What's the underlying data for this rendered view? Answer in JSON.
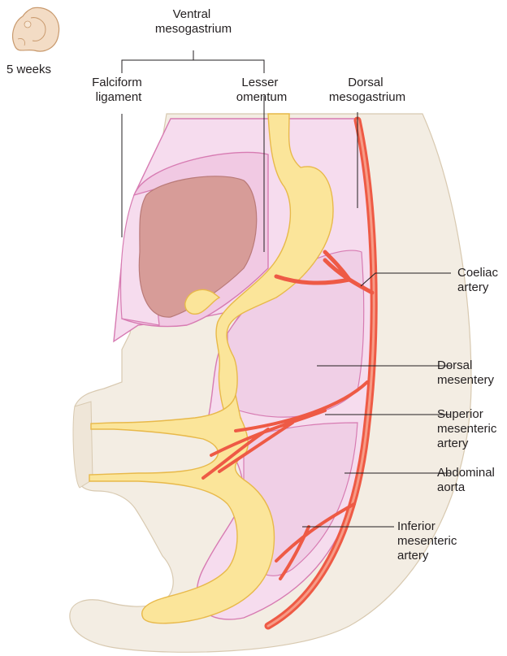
{
  "inset": {
    "label": "5 weeks"
  },
  "labels": {
    "ventral_mesogastrium": [
      "Ventral",
      "mesogastrium"
    ],
    "falciform_ligament": [
      "Falciform",
      "ligament"
    ],
    "lesser_omentum": [
      "Lesser",
      "omentum"
    ],
    "dorsal_mesogastrium": [
      "Dorsal",
      "mesogastrium"
    ],
    "coeliac_artery": [
      "Coeliac",
      "artery"
    ],
    "dorsal_mesentery": [
      "Dorsal",
      "mesentery"
    ],
    "superior_mesenteric_artery": [
      "Superior",
      "mesenteric",
      "artery"
    ],
    "abdominal_aorta": [
      "Abdominal",
      "aorta"
    ],
    "inferior_mesenteric_artery": [
      "Inferior",
      "mesenteric",
      "artery"
    ]
  },
  "colors": {
    "body_wall": "#f3ede3",
    "mesentery": "#f6dcee",
    "mesentery_line": "#d77bb2",
    "gut": "#fbe59a",
    "gut_outline": "#e8b94a",
    "liver": "#d79c98",
    "artery": "#ee5a45",
    "leader": "#231f20"
  }
}
